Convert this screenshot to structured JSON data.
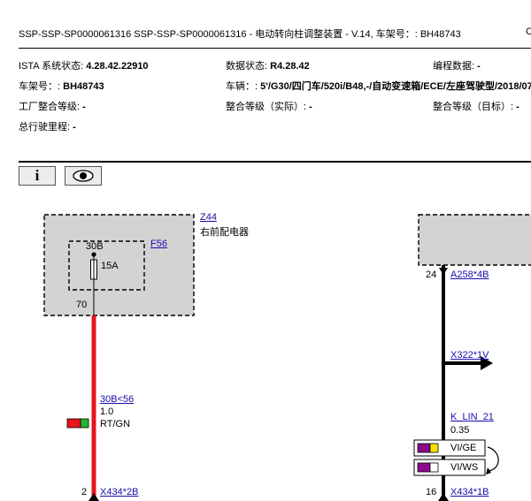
{
  "header": {
    "title": "SSP-SSP-SP0000061316 SSP-SSP-SP0000061316 - 电动转向柱调整装置 - V.14, 车架号：: BH48743",
    "title_cut": "C"
  },
  "info": {
    "ista_label": "ISTA 系统状态:",
    "ista_value": "4.28.42.22910",
    "data_label": "数据状态:",
    "data_value": "R4.28.42",
    "coding_label": "编程数据:",
    "coding_value": "-",
    "vin_label": "车架号：:",
    "vin_value": "BH48743",
    "vehicle_label": "车辆：:",
    "vehicle_value": "5'/G30/四门车/520i/B48,-/自动变速箱/ECE/左座驾驶型/2018/07",
    "factory_label": "工厂整合等级:",
    "factory_value": "-",
    "integration_actual_label": "整合等级（实际）:",
    "integration_actual_value": "-",
    "integration_target_label": "整合等级（目标）:",
    "integration_target_value": "-",
    "mileage_label": "总行驶里程:",
    "mileage_value": "-"
  },
  "toolbar": {
    "info_label": "i"
  },
  "diagram": {
    "z44_link": "Z44",
    "z44_name": "右前配电器",
    "f56_link": "F56",
    "fuse_pin_top": "30B",
    "fuse_rating": "15A",
    "pin_70": "70",
    "wire_left_link": "30B<56",
    "wire_left_size": "1.0",
    "wire_left_color": "RT/GN",
    "pin_left_bottom": "2",
    "connector_left_link": "X434*2B",
    "pin_24": "24",
    "a258_link": "A258*4B",
    "x322_link": "X322*1V",
    "klin_link": "K_LIN_21",
    "klin_size": "0.35",
    "color_vi_ge": "VI/GE",
    "color_vi_ws": "VI/WS",
    "pin_right_bottom": "16",
    "connector_right_link": "X434*1B",
    "colors": {
      "red_wire": "#e8141c",
      "green": "#2bb32b",
      "violet": "#8b0a8b",
      "yellow": "#f2e200",
      "white": "#ffffff",
      "box_fill": "#d3d3d3"
    }
  }
}
